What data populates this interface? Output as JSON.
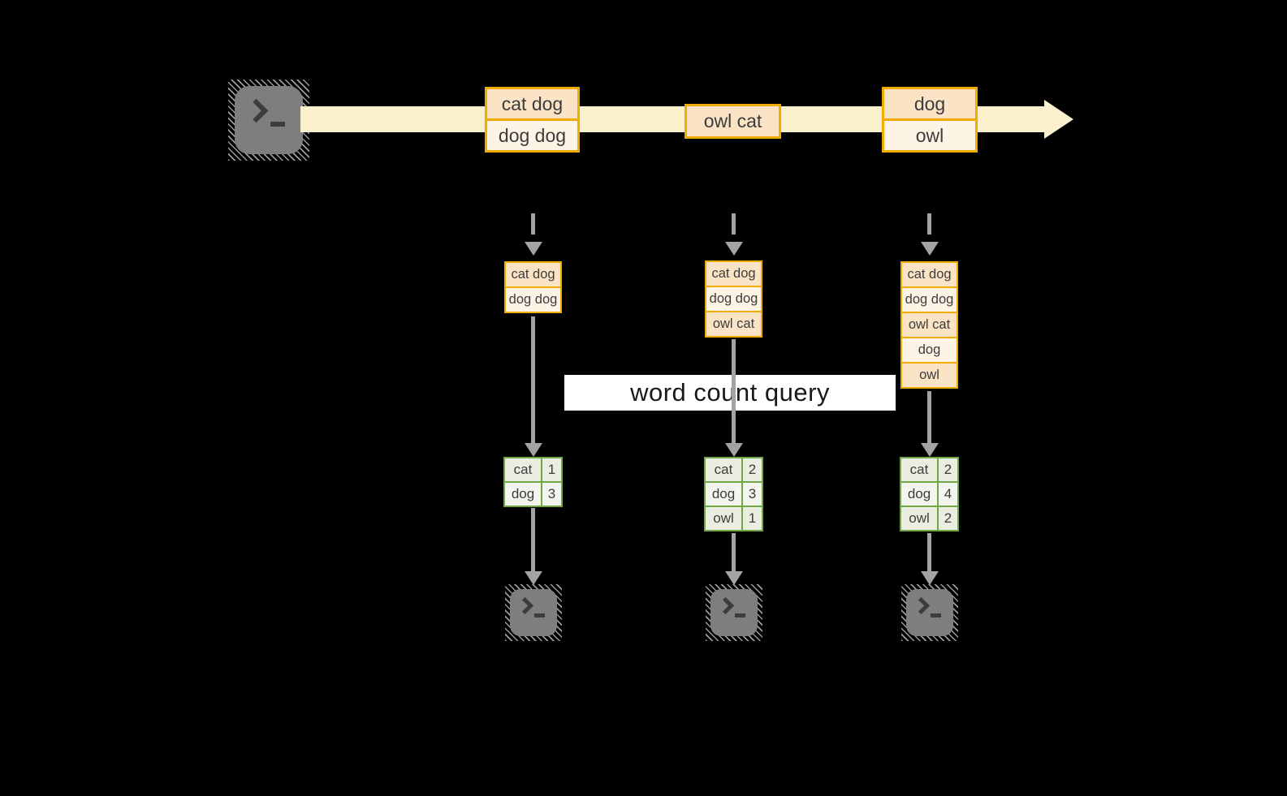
{
  "label": {
    "text": "word count query"
  },
  "stream": {
    "records": [
      {
        "lines": [
          "cat dog",
          "dog dog"
        ]
      },
      {
        "lines": [
          "owl cat"
        ]
      },
      {
        "lines": [
          "dog",
          "owl"
        ]
      }
    ]
  },
  "columns": [
    {
      "buffer": [
        "cat dog",
        "dog dog"
      ],
      "counts": [
        [
          "cat",
          "1"
        ],
        [
          "dog",
          "3"
        ]
      ]
    },
    {
      "buffer": [
        "cat dog",
        "dog dog",
        "owl cat"
      ],
      "counts": [
        [
          "cat",
          "2"
        ],
        [
          "dog",
          "3"
        ],
        [
          "owl",
          "1"
        ]
      ]
    },
    {
      "buffer": [
        "cat dog",
        "dog dog",
        "owl cat",
        "dog",
        "owl"
      ],
      "counts": [
        [
          "cat",
          "2"
        ],
        [
          "dog",
          "4"
        ],
        [
          "owl",
          "2"
        ]
      ]
    }
  ],
  "icons": {
    "source": "terminal-icon",
    "sink": "terminal-icon"
  },
  "colors": {
    "band": "#FAF0CE",
    "amber_border": "#F0AC00",
    "peach_dark": "#FBE3C6",
    "peach_light": "#FDF4E6",
    "green_border": "#6FA845",
    "green_row_dark": "#E9EEE1",
    "green_row_light": "#F3F6EE",
    "arrow_gray": "#A3A3A3",
    "terminal_gray": "#7E7E7E",
    "text": "#3C3C3C"
  }
}
